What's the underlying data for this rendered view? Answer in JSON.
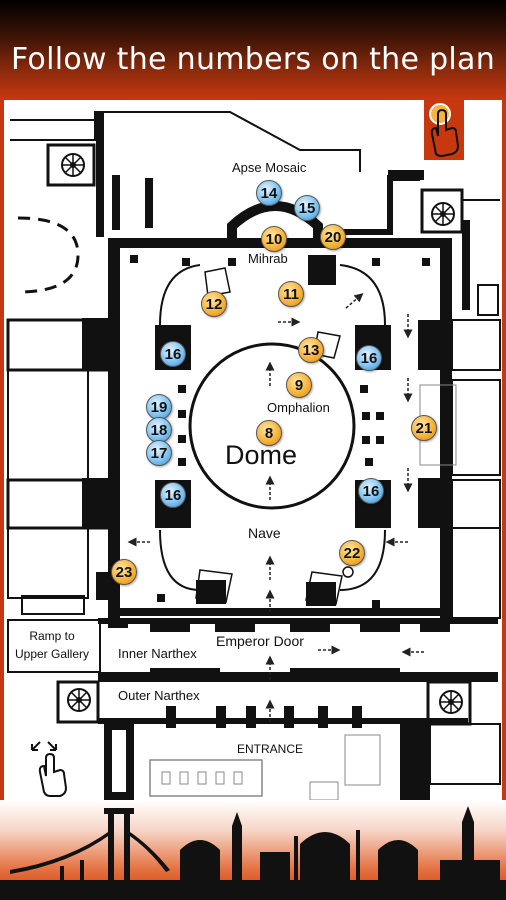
{
  "header": {
    "title": "Follow the numbers on the plan"
  },
  "labels": {
    "apse_mosaic": "Apse Mosaic",
    "mihrab": "Mihrab",
    "omphalion": "Omphalion",
    "dome": "Dome",
    "nave": "Nave",
    "emperor_door": "Emperor Door",
    "inner_narthex": "Inner Narthex",
    "outer_narthex": "Outer Narthex",
    "entrance": "ENTRANCE",
    "ramp_line1": "Ramp to",
    "ramp_line2": "Upper Gallery"
  },
  "markers": [
    {
      "num": "14",
      "color": "blue"
    },
    {
      "num": "15",
      "color": "blue"
    },
    {
      "num": "10",
      "color": "orange"
    },
    {
      "num": "20",
      "color": "orange"
    },
    {
      "num": "11",
      "color": "orange"
    },
    {
      "num": "12",
      "color": "orange"
    },
    {
      "num": "13",
      "color": "orange"
    },
    {
      "num": "16",
      "color": "blue"
    },
    {
      "num": "16",
      "color": "blue"
    },
    {
      "num": "9",
      "color": "orange"
    },
    {
      "num": "19",
      "color": "blue"
    },
    {
      "num": "18",
      "color": "blue"
    },
    {
      "num": "17",
      "color": "blue"
    },
    {
      "num": "8",
      "color": "orange"
    },
    {
      "num": "21",
      "color": "orange"
    },
    {
      "num": "16",
      "color": "blue"
    },
    {
      "num": "16",
      "color": "blue"
    },
    {
      "num": "22",
      "color": "orange"
    },
    {
      "num": "23",
      "color": "orange"
    }
  ],
  "icons": {
    "gesture": "hand-tap-icon",
    "pinch_zoom": "pinch-zoom-icon",
    "stair": "spiral-stair-icon"
  },
  "colors": {
    "accent": "#c8380e",
    "marker_orange": "#f7b43a",
    "marker_blue": "#7fc3f0"
  }
}
